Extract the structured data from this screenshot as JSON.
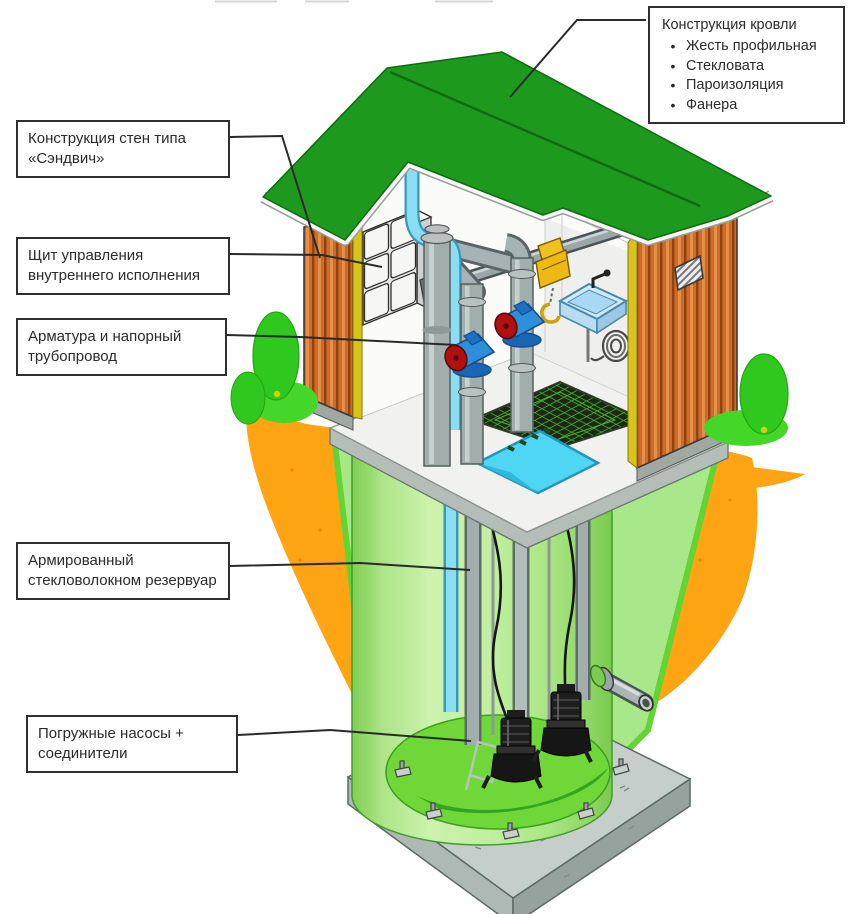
{
  "callouts": {
    "roof": {
      "title": "Конструкция кровли",
      "items": [
        "Жесть профильная",
        "Стекловата",
        "Пароизоляция",
        "Фанера"
      ]
    },
    "walls": {
      "text": "Конструкция стен типа «Сэндвич»"
    },
    "panel": {
      "text": "Щит управления внутреннего исполнения"
    },
    "valves": {
      "text": "Арматура и напорный трубопровод"
    },
    "tank": {
      "text": "Армированный стекловолокном резервуар"
    },
    "pumps": {
      "text": "Погружные насосы + соединители"
    }
  },
  "colors": {
    "roof": "#1d9a1e",
    "roof_edge": "#0f6b10",
    "siding": "#cf6a28",
    "insulation": "#d8c41c",
    "soil": "#ffa513",
    "excavation": "#a8e88a",
    "excavation_bright": "#62d434",
    "tank": "#c2efa2",
    "tank_bottom": "#6fd838",
    "valve": "#2e8fd9",
    "handwheel": "#b01010",
    "hoist": "#f0c01c",
    "water_pipe": "#8adef4",
    "metal": "#a2aeac",
    "concrete": "#c6cecb",
    "foliage": "#2ec81e",
    "outline": "#2a2a2a"
  }
}
